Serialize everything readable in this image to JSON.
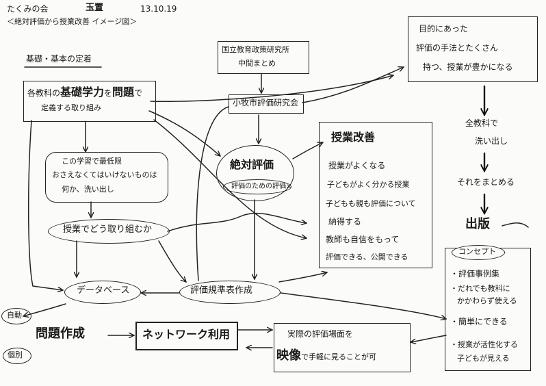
{
  "header": {
    "group": "たくみの会",
    "author": "玉置",
    "date": "13.10.19",
    "subtitle": "＜絶対評価から授業改善 イメージ図＞"
  },
  "section_heading": "基礎・基本の定着",
  "nodes": {
    "kiso_line1_a": "各教科の",
    "kiso_line1_b": "基礎学力",
    "kiso_line1_c": "を",
    "kiso_line1_d": "問題",
    "kiso_line1_e": "で",
    "kiso_line2": "定義する取り組み",
    "gakushu_1": "この学習で最低限",
    "gakushu_2": "おさえなくてはいけないものは",
    "gakushu_3": "何か、洗い出し",
    "jugyo_torikumi": "授業でどう取り組むか",
    "database": "データベース",
    "jido": "自動",
    "kobetsu": "個別",
    "mondai_sakusei": "問題作成",
    "network": "ネットワーク利用",
    "jissai_1": "実際の評価場面を",
    "jissai_2a": "映像",
    "jissai_2b": "で手軽に見ることが可",
    "kokuritsu_1": "国立教育政策研究所",
    "kokuritsu_2": "中間まとめ",
    "komaki": "小牧市評価研究会",
    "zettai_title": "絶対評価",
    "zettai_sub": "評価のための評価×",
    "hyoka_kijun": "評価規準表作成",
    "kaizen_title": "授業改善",
    "kaizen_1": "授業がよくなる",
    "kaizen_2": "子どもがよく分かる授業",
    "kaizen_3": "子どもも親も評価について",
    "kaizen_4": "納得する",
    "kaizen_5": "教師も自信をもって",
    "kaizen_6": "評価できる、公開できる",
    "mokuteki_1": "目的にあった",
    "mokuteki_2": "評価の手法とたくさん",
    "mokuteki_3": "持つ、授業が豊かになる",
    "zenkyoka_1": "全教科で",
    "zenkyoka_2": "洗い出し",
    "sorewo": "それをまとめる",
    "shuppan": "出版",
    "concept": "コンセプト",
    "concept_1": "・評価事例集",
    "concept_2": "・だれでも教科に",
    "concept_3": "かかわらず使える",
    "concept_4": "・簡単にできる",
    "concept_5": "・授業が活性化する",
    "concept_6": "子どもが見える"
  }
}
